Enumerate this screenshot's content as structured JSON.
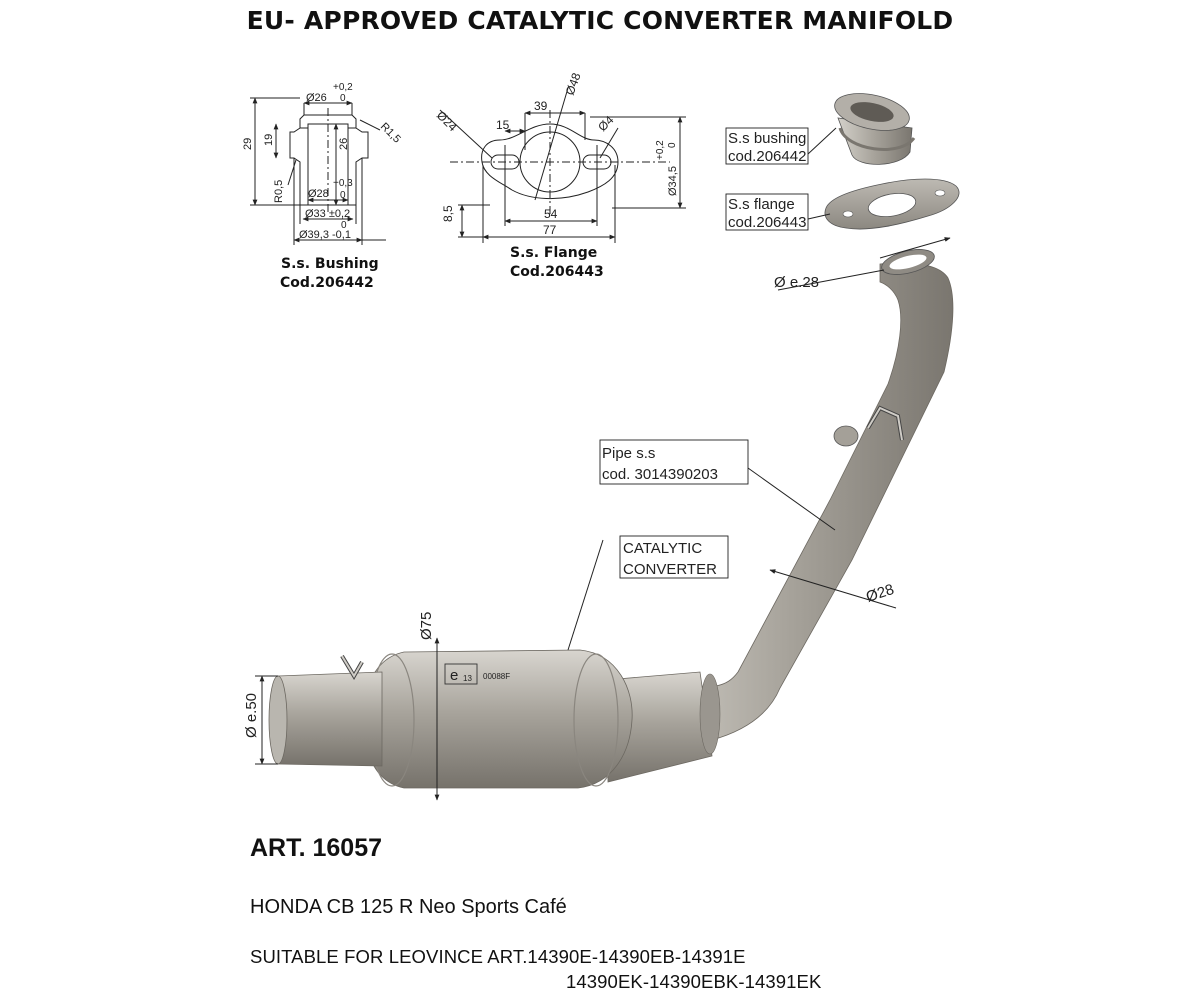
{
  "title": "EU- APPROVED CATALYTIC CONVERTER MANIFOLD",
  "bushing_detail": {
    "caption_name": "S.s. Bushing",
    "caption_code": "Cod.206442",
    "dims": {
      "top_diameter": "Ø26",
      "top_tol_plus": "+0,2",
      "top_tol_zero": "0",
      "height_total": "29",
      "height_upper": "19",
      "inner_height": "26",
      "radius_top": "R1,5",
      "radius_bottom": "R0,5",
      "inner_diameter": "Ø28",
      "inner_tol_plus": "+0,3",
      "inner_tol_zero": "0",
      "mid_diameter": "Ø33 ±0,2",
      "mid_tol_zero": "0",
      "outer_diameter": "Ø39,3 -0,1"
    }
  },
  "flange_detail": {
    "caption_name": "S.s. Flange",
    "caption_code": "Cod.206443",
    "dims": {
      "corner_diameter": "Ø24",
      "offset": "15",
      "spacing": "39",
      "hole_diameter": "Ø48",
      "bolt_diameter": "Ø4",
      "height_right": "Ø34,5",
      "tol_plus": "+0,2",
      "tol_zero": "0",
      "height_left": "8,5",
      "width_inner": "54",
      "width_outer": "77"
    }
  },
  "callouts": {
    "bushing_name": "S.s bushing",
    "bushing_code": "cod.206442",
    "flange_name": "S.s flange",
    "flange_code": "cod.206443",
    "pipe_inlet": "Ø e.28",
    "pipe_name": "Pipe s.s",
    "pipe_code": "cod. 3014390203",
    "converter_line1": "CATALYTIC",
    "converter_line2": "CONVERTER",
    "pipe_diameter": "Ø28",
    "converter_diameter": "Ø75",
    "outlet_diameter": "Ø e.50",
    "emark": "e",
    "emark_sub": "13",
    "emark_code": "00088F"
  },
  "product": {
    "art": "ART. 16057",
    "model": "HONDA CB 125 R Neo Sports Café",
    "suitable_line1": "SUITABLE FOR LEOVINCE ART.14390E-14390EB-14391E",
    "suitable_line2": "14390EK-14390EBK-14391EK"
  },
  "colors": {
    "metal_light": "#c4c1ba",
    "metal_mid": "#a39f97",
    "metal_dark": "#6f6b64",
    "line": "#222222"
  }
}
